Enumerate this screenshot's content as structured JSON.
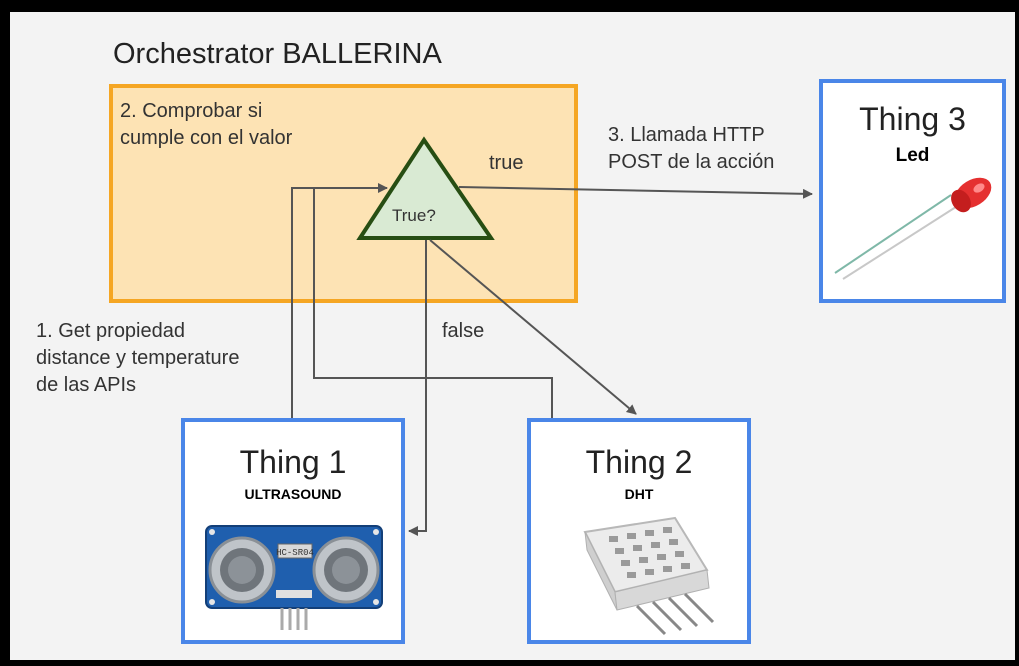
{
  "title": "Orchestrator BALLERINA",
  "step1": [
    "1. Get propiedad",
    "distance y temperature",
    "de las APIs"
  ],
  "step2": [
    "2. Comprobar si",
    "cumple con el valor"
  ],
  "step3": [
    "3. Llamada HTTP",
    "POST de la acción"
  ],
  "decision": "True?",
  "edge_true": "true",
  "edge_false": "false",
  "things": [
    {
      "title": "Thing 1",
      "subtitle": "ULTRASOUND",
      "image": "ultrasonic-sensor",
      "chip_label": "HC-SR04"
    },
    {
      "title": "Thing 2",
      "subtitle": "DHT",
      "image": "dht-sensor"
    },
    {
      "title": "Thing 3",
      "subtitle": "Led",
      "image": "red-led"
    }
  ],
  "colors": {
    "orchestrator_fill": "#fde3b4",
    "orchestrator_border": "#f5a623",
    "decision_fill": "#d9ead3",
    "decision_border": "#274e13",
    "thing_border": "#4a86e8",
    "arrow": "#555555"
  }
}
